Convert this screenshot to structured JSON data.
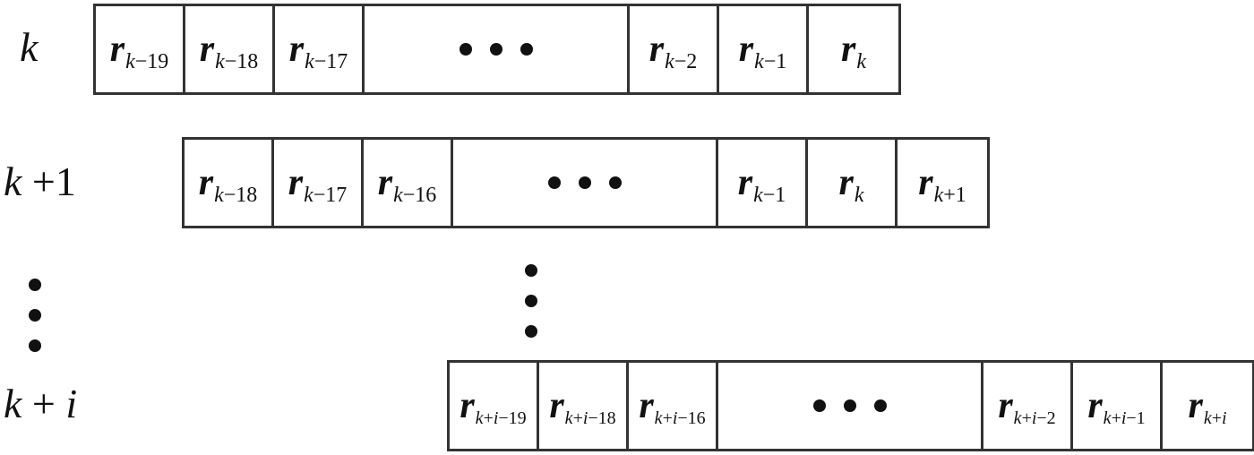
{
  "rows": [
    {
      "label": {
        "var": "k",
        "op": "",
        "rhs": ""
      },
      "cells": [
        {
          "type": "var",
          "base": "r",
          "sub_var": "k",
          "sub_op": "−",
          "sub_rest": "19"
        },
        {
          "type": "var",
          "base": "r",
          "sub_var": "k",
          "sub_op": "−",
          "sub_rest": "18"
        },
        {
          "type": "var",
          "base": "r",
          "sub_var": "k",
          "sub_op": "−",
          "sub_rest": "17"
        },
        {
          "type": "gap"
        },
        {
          "type": "var",
          "base": "r",
          "sub_var": "k",
          "sub_op": "−",
          "sub_rest": "2"
        },
        {
          "type": "var",
          "base": "r",
          "sub_var": "k",
          "sub_op": "−",
          "sub_rest": "1"
        },
        {
          "type": "var",
          "base": "r",
          "sub_var": "k",
          "sub_op": "",
          "sub_rest": ""
        }
      ]
    },
    {
      "label": {
        "var": "k",
        "op": " +",
        "rhs": "1"
      },
      "cells": [
        {
          "type": "var",
          "base": "r",
          "sub_var": "k",
          "sub_op": "−",
          "sub_rest": "18"
        },
        {
          "type": "var",
          "base": "r",
          "sub_var": "k",
          "sub_op": "−",
          "sub_rest": "17"
        },
        {
          "type": "var",
          "base": "r",
          "sub_var": "k",
          "sub_op": "−",
          "sub_rest": "16"
        },
        {
          "type": "gap"
        },
        {
          "type": "var",
          "base": "r",
          "sub_var": "k",
          "sub_op": "−",
          "sub_rest": "1"
        },
        {
          "type": "var",
          "base": "r",
          "sub_var": "k",
          "sub_op": "",
          "sub_rest": ""
        },
        {
          "type": "var",
          "base": "r",
          "sub_var": "k",
          "sub_op": "+",
          "sub_rest": "1"
        }
      ]
    },
    {
      "label": {
        "var": "k",
        "op": " + ",
        "rhs": "i"
      },
      "cells": [
        {
          "type": "var",
          "base": "r",
          "sub_var": "k",
          "sub_op": "+",
          "sub_rest": "i−19"
        },
        {
          "type": "var",
          "base": "r",
          "sub_var": "k",
          "sub_op": "+",
          "sub_rest": "i−18"
        },
        {
          "type": "var",
          "base": "r",
          "sub_var": "k",
          "sub_op": "+",
          "sub_rest": "i−16"
        },
        {
          "type": "gap"
        },
        {
          "type": "var",
          "base": "r",
          "sub_var": "k",
          "sub_op": "+",
          "sub_rest": "i−2"
        },
        {
          "type": "var",
          "base": "r",
          "sub_var": "k",
          "sub_op": "+",
          "sub_rest": "i−1"
        },
        {
          "type": "var",
          "base": "r",
          "sub_var": "k",
          "sub_op": "+",
          "sub_rest": "i"
        }
      ]
    }
  ]
}
